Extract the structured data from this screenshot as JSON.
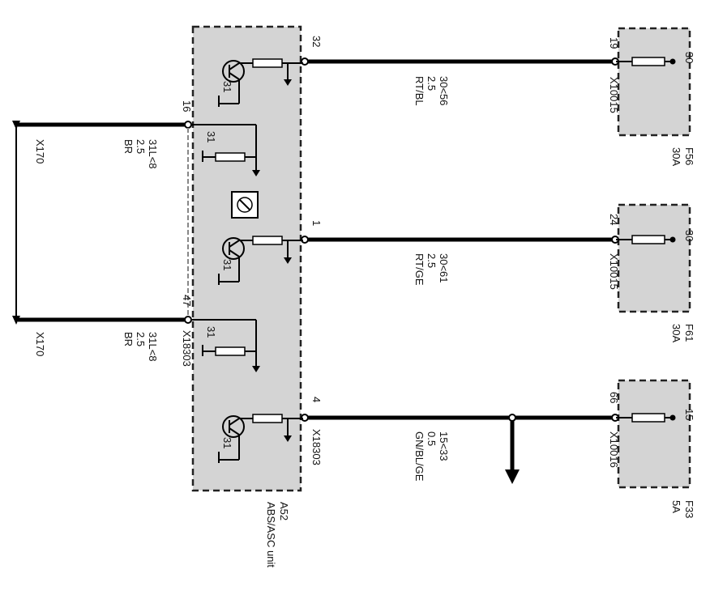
{
  "unit": {
    "id": "A52",
    "name": "ABS/ASC unit",
    "connector": "X18303",
    "ground_pin_label": "31"
  },
  "ground_connector": "X170",
  "ground_wires": [
    {
      "pin": "16",
      "circuit": "31L<8",
      "size": "2.5",
      "color": "BR",
      "connector": "X170"
    },
    {
      "pin": "47",
      "circuit": "31L<8",
      "size": "2.5",
      "color": "BR",
      "connector": "X170",
      "unit_connector": "X18303"
    }
  ],
  "supply_wires": [
    {
      "pin": "32",
      "circuit": "30<56",
      "size": "2.5",
      "color": "RT/BL",
      "fuse_pin": "19",
      "fuse_connector": "X10015",
      "terminal": "30",
      "fuse": "F56",
      "rating": "30A"
    },
    {
      "pin": "1",
      "circuit": "30<61",
      "size": "2.5",
      "color": "RT/GE",
      "fuse_pin": "24",
      "fuse_connector": "X10015",
      "terminal": "30",
      "fuse": "F61",
      "rating": "30A"
    },
    {
      "pin": "4",
      "circuit": "15<33",
      "size": "0.5",
      "color": "GN/BL/GE",
      "fuse_pin": "66",
      "fuse_connector": "X10016",
      "terminal": "15",
      "fuse": "F33",
      "rating": "5A",
      "unit_connector": "X18303"
    }
  ]
}
